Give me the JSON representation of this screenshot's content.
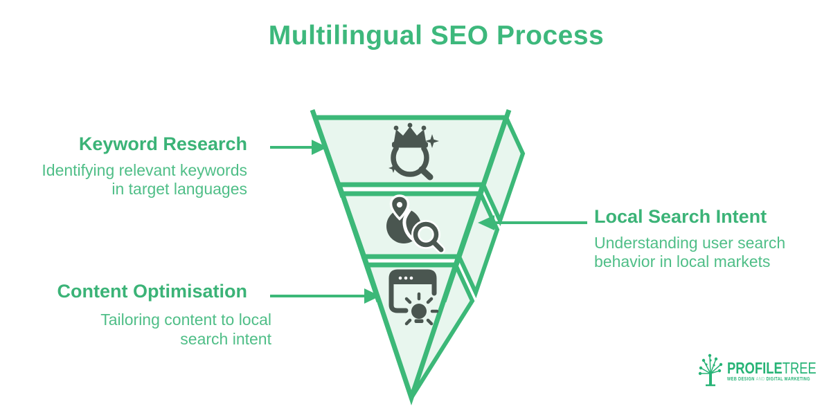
{
  "title": "Multilingual SEO Process",
  "colors": {
    "brand_green": "#3cb878",
    "funnel_fill": "#e8f6ee",
    "heading_green": "#3bb377",
    "subtitle_green": "#4fbe87",
    "icon_dark": "#4a5650",
    "background": "#ffffff"
  },
  "funnel": {
    "steps": [
      {
        "heading": "Keyword Research",
        "description_line1": "Identifying relevant keywords",
        "description_line2": "in target languages",
        "icon": "crown-search-icon",
        "side": "left"
      },
      {
        "heading": "Local Search Intent",
        "description_line1": "Understanding user search",
        "description_line2": "behavior in local markets",
        "icon": "globe-location-search-icon",
        "side": "right"
      },
      {
        "heading": "Content Optimisation",
        "description_line1": "Tailoring content to local",
        "description_line2": "search intent",
        "icon": "browser-lightbulb-icon",
        "side": "left"
      }
    ]
  },
  "logo": {
    "brand_part1": "PROFILE",
    "brand_part2": "TREE",
    "tagline_web_design": "WEB DESIGN",
    "tagline_and": "AND",
    "tagline_marketing": "DIGITAL MARKETING"
  }
}
